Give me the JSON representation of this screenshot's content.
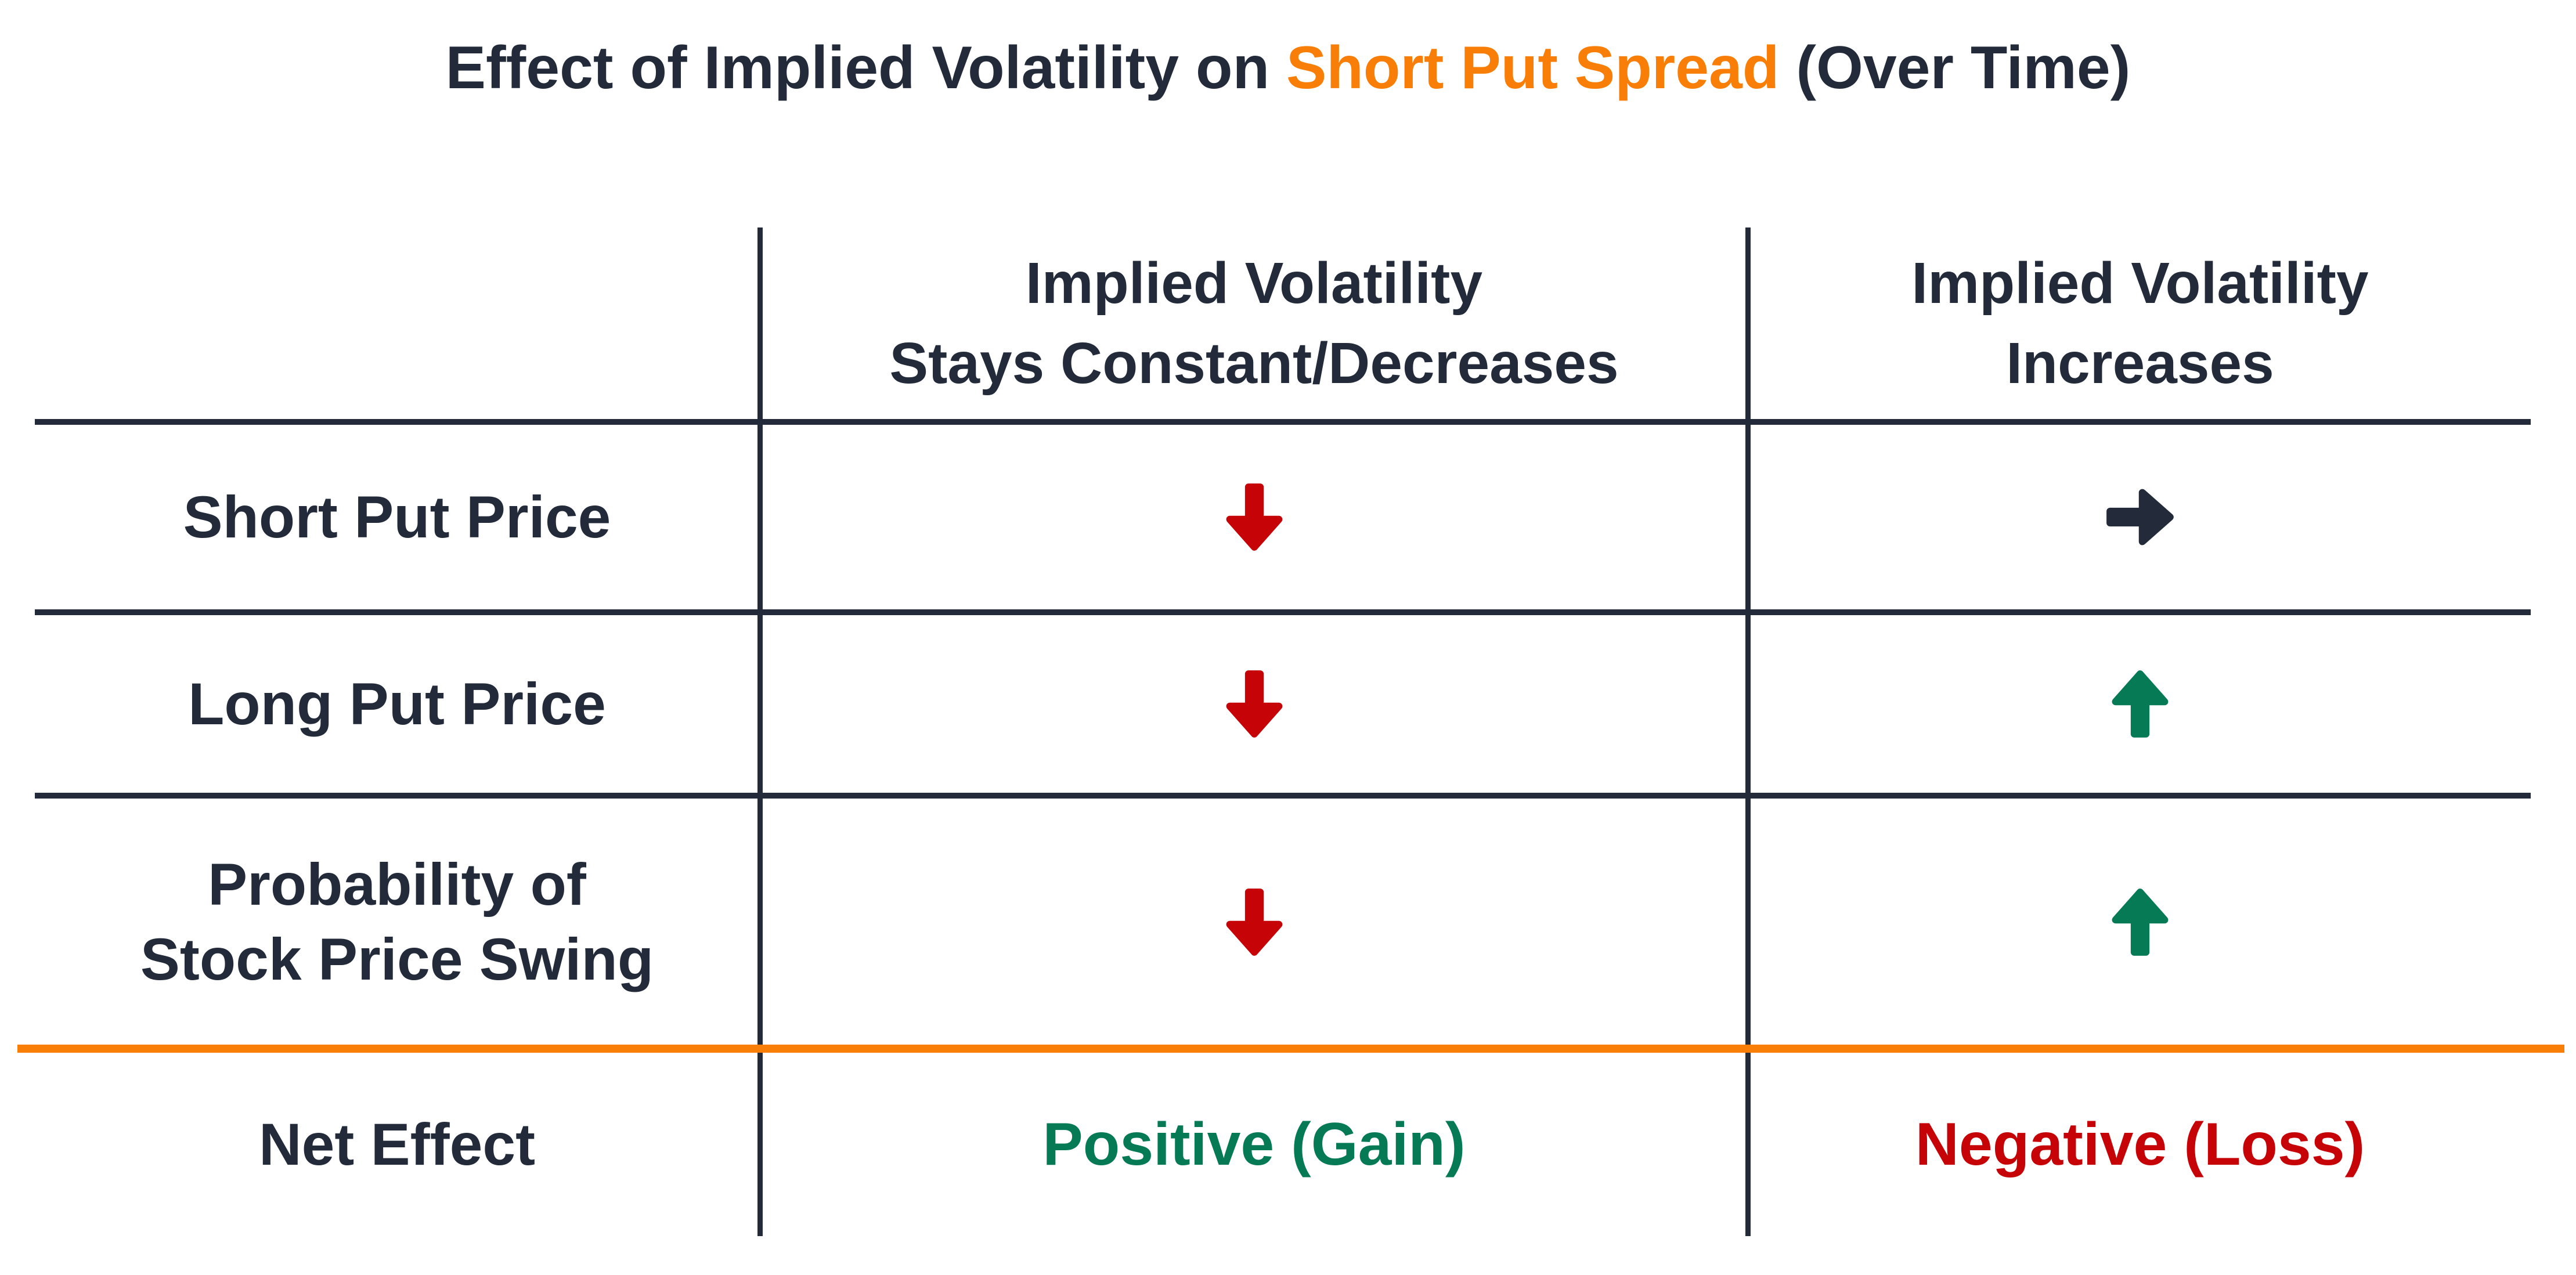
{
  "title": {
    "prefix": "Effect of Implied Volatility on ",
    "highlight": "Short Put Spread",
    "suffix": " (Over Time)"
  },
  "table": {
    "column_headers": [
      "Implied Volatility\nStays Constant/Decreases",
      "Implied Volatility\nIncreases"
    ],
    "rows": [
      {
        "label": "Short Put Price",
        "iv_constant": {
          "icon": "arrow-down",
          "color": "red"
        },
        "iv_increases": {
          "icon": "arrow-right",
          "color": "navy"
        }
      },
      {
        "label": "Long Put Price",
        "iv_constant": {
          "icon": "arrow-down",
          "color": "red"
        },
        "iv_increases": {
          "icon": "arrow-up",
          "color": "green"
        }
      },
      {
        "label": "Probability of\nStock Price Swing",
        "iv_constant": {
          "icon": "arrow-down",
          "color": "red"
        },
        "iv_increases": {
          "icon": "arrow-up",
          "color": "green"
        }
      }
    ],
    "net_effect": {
      "label": "Net Effect",
      "iv_constant_value": "Positive (Gain)",
      "iv_increases_value": "Negative (Loss)"
    }
  },
  "colors": {
    "navy": "#232B3A",
    "red": "#C60408",
    "green": "#067A55",
    "orange": "#F97E07"
  }
}
